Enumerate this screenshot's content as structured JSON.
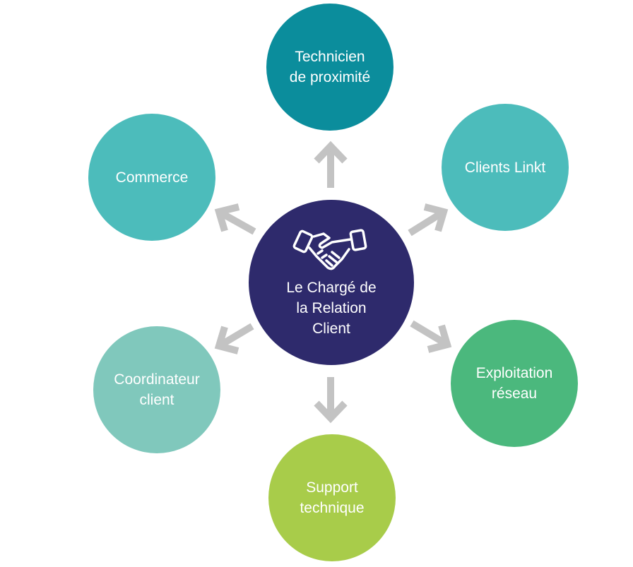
{
  "center": {
    "lines": [
      "Le Chargé de",
      "la Relation",
      "Client"
    ],
    "icon": "handshake-icon",
    "color": "#2e2a6c"
  },
  "nodes": {
    "technicien": {
      "lines": [
        "Technicien",
        "de proximité"
      ],
      "color": "#0b8d9c"
    },
    "commerce": {
      "lines": [
        "Commerce"
      ],
      "color": "#4cbcbb"
    },
    "clients": {
      "lines": [
        "Clients Linkt"
      ],
      "color": "#4cbcbb"
    },
    "coordinateur": {
      "lines": [
        "Coordinateur",
        "client"
      ],
      "color": "#80c8bc"
    },
    "exploitation": {
      "lines": [
        "Exploitation",
        "réseau"
      ],
      "color": "#4bb87d"
    },
    "support": {
      "lines": [
        "Support",
        "technique"
      ],
      "color": "#a8cc4a"
    }
  },
  "arrow_color": "#c3c3c3"
}
